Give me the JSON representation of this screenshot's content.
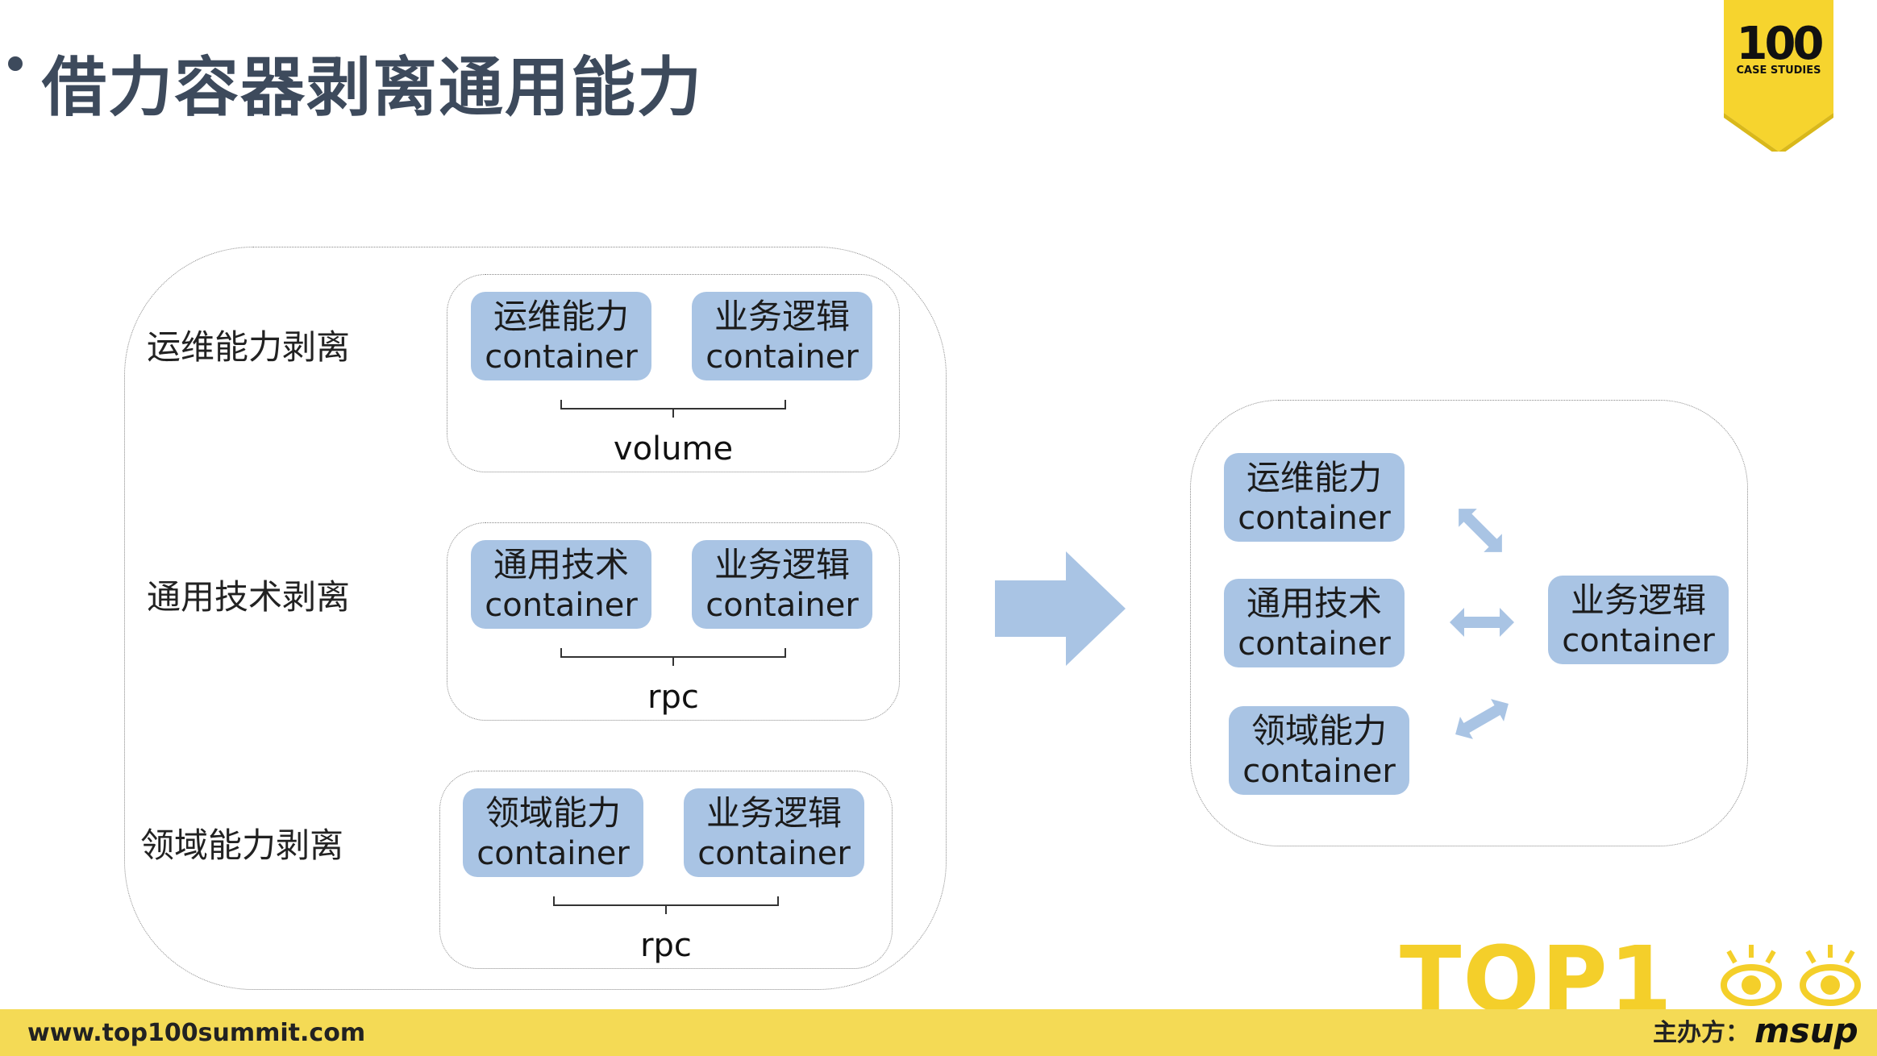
{
  "slide": {
    "title": "借力容器剥离通用能力"
  },
  "badge": {
    "number": "100",
    "subtitle": "CASE STUDIES",
    "color": "#f6d42e"
  },
  "left_panel": {
    "rows": [
      {
        "label": "运维能力剥离",
        "chips": [
          {
            "line1": "运维能力",
            "line2": "container"
          },
          {
            "line1": "业务逻辑",
            "line2": "container"
          }
        ],
        "connector": "volume"
      },
      {
        "label": "通用技术剥离",
        "chips": [
          {
            "line1": "通用技术",
            "line2": "container"
          },
          {
            "line1": "业务逻辑",
            "line2": "container"
          }
        ],
        "connector": "rpc"
      },
      {
        "label": "领域能力剥离",
        "chips": [
          {
            "line1": "领域能力",
            "line2": "container"
          },
          {
            "line1": "业务逻辑",
            "line2": "container"
          }
        ],
        "connector": "rpc"
      }
    ]
  },
  "right_panel": {
    "left_chips": [
      {
        "line1": "运维能力",
        "line2": "container"
      },
      {
        "line1": "通用技术",
        "line2": "container"
      },
      {
        "line1": "领域能力",
        "line2": "container"
      }
    ],
    "center_chip": {
      "line1": "业务逻辑",
      "line2": "container"
    }
  },
  "colors": {
    "chip": "#a9c4e4",
    "arrow": "#a9c4e4",
    "title": "#3d4a5c",
    "footer": "#f4da55"
  },
  "footer": {
    "url": "www.top100summit.com",
    "sponsor_label": "主办方：",
    "sponsor_brand": "msup",
    "logo_text": "TOP1"
  }
}
